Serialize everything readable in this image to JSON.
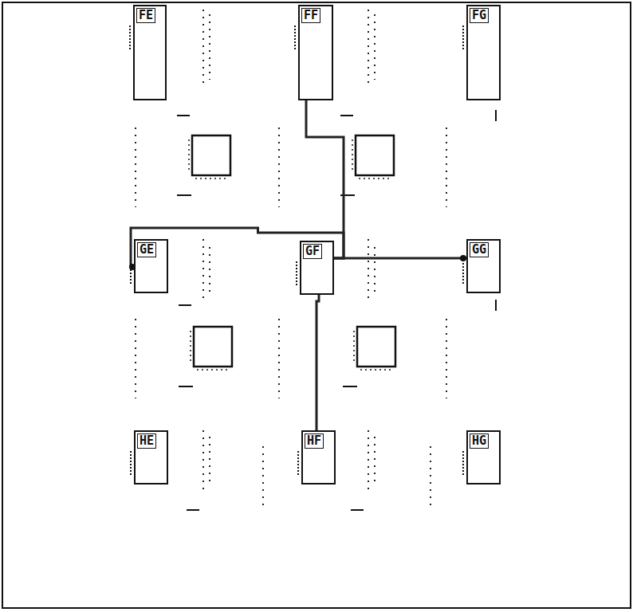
{
  "diagram": {
    "nodes": [
      {
        "text": [
          "FE"
        ]
      },
      {
        "text": [
          "FF"
        ]
      },
      {
        "text": [
          "FG"
        ]
      },
      {
        "text": [
          "GE"
        ]
      },
      {
        "text": [
          "GF"
        ]
      },
      {
        "text": [
          "GG"
        ]
      },
      {
        "text": [
          "HE"
        ]
      },
      {
        "text": [
          "HF"
        ]
      },
      {
        "text": [
          "HG"
        ]
      }
    ],
    "edges": [
      {
        "from": 4,
        "to": 1,
        "arrow": "none"
      },
      {
        "from": 4,
        "to": 3,
        "arrow": "none"
      },
      {
        "from": 4,
        "to": 5,
        "arrow": "none"
      },
      {
        "from": 4,
        "to": 7,
        "arrow": "none"
      }
    ]
  }
}
